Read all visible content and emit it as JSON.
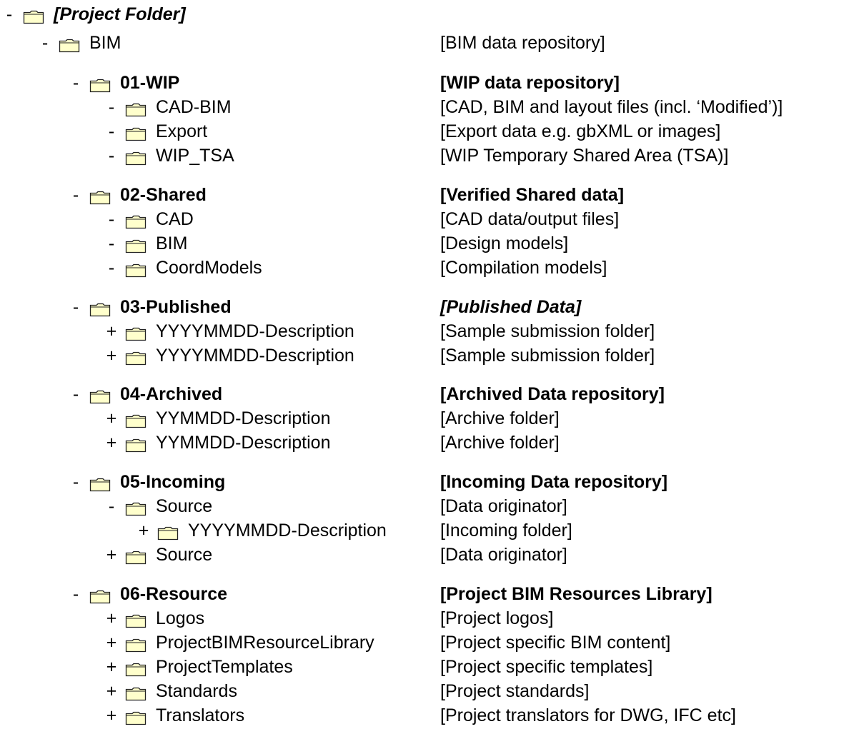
{
  "tree": [
    {
      "toggle": "-",
      "label": "[Project Folder]",
      "desc": "",
      "level": 0,
      "weight": "bold",
      "style": "italic",
      "descWeight": "normal",
      "descStyle": "normal"
    },
    {
      "toggle": "-",
      "label": "BIM",
      "desc": "[BIM data repository]",
      "level": 1,
      "weight": "normal",
      "style": "normal",
      "descWeight": "normal",
      "descStyle": "normal"
    },
    {
      "toggle": "-",
      "label": "01-WIP",
      "desc": "[WIP data repository]",
      "level": 2,
      "weight": "bold",
      "style": "normal",
      "descWeight": "bold",
      "descStyle": "normal"
    },
    {
      "toggle": "-",
      "label": "CAD-BIM",
      "desc": "[CAD, BIM and layout files (incl. ‘Modified’)]",
      "level": 3,
      "weight": "normal",
      "style": "normal",
      "descWeight": "normal",
      "descStyle": "normal"
    },
    {
      "toggle": "-",
      "label": "Export",
      "desc": "[Export data e.g. gbXML or images]",
      "level": 3,
      "weight": "normal",
      "style": "normal",
      "descWeight": "normal",
      "descStyle": "normal"
    },
    {
      "toggle": "-",
      "label": "WIP_TSA",
      "desc": "[WIP Temporary Shared Area (TSA)]",
      "level": 3,
      "weight": "normal",
      "style": "normal",
      "descWeight": "normal",
      "descStyle": "normal"
    },
    {
      "toggle": "-",
      "label": "02-Shared",
      "desc": "[Verified Shared data]",
      "level": 2,
      "weight": "bold",
      "style": "normal",
      "descWeight": "bold",
      "descStyle": "normal"
    },
    {
      "toggle": "-",
      "label": "CAD",
      "desc": "[CAD data/output files]",
      "level": 3,
      "weight": "normal",
      "style": "normal",
      "descWeight": "normal",
      "descStyle": "normal"
    },
    {
      "toggle": "-",
      "label": "BIM",
      "desc": "[Design models]",
      "level": 3,
      "weight": "normal",
      "style": "normal",
      "descWeight": "normal",
      "descStyle": "normal"
    },
    {
      "toggle": "-",
      "label": "CoordModels",
      "desc": "[Compilation models]",
      "level": 3,
      "weight": "normal",
      "style": "normal",
      "descWeight": "normal",
      "descStyle": "normal"
    },
    {
      "toggle": "-",
      "label": "03-Published",
      "desc": "[Published Data]",
      "level": 2,
      "weight": "bold",
      "style": "normal",
      "descWeight": "bold",
      "descStyle": "italic"
    },
    {
      "toggle": "+",
      "label": "YYYYMMDD-Description",
      "desc": "[Sample submission folder]",
      "level": 3,
      "weight": "normal",
      "style": "normal",
      "descWeight": "normal",
      "descStyle": "normal"
    },
    {
      "toggle": "+",
      "label": "YYYYMMDD-Description",
      "desc": "[Sample submission folder]",
      "level": 3,
      "weight": "normal",
      "style": "normal",
      "descWeight": "normal",
      "descStyle": "normal"
    },
    {
      "toggle": "-",
      "label": "04-Archived",
      "desc": "[Archived Data repository]",
      "level": 2,
      "weight": "bold",
      "style": "normal",
      "descWeight": "bold",
      "descStyle": "normal"
    },
    {
      "toggle": "+",
      "label": "YYMMDD-Description",
      "desc": "[Archive folder]",
      "level": 3,
      "weight": "normal",
      "style": "normal",
      "descWeight": "normal",
      "descStyle": "normal"
    },
    {
      "toggle": "+",
      "label": "YYMMDD-Description",
      "desc": "[Archive folder]",
      "level": 3,
      "weight": "normal",
      "style": "normal",
      "descWeight": "normal",
      "descStyle": "normal"
    },
    {
      "toggle": "-",
      "label": "05-Incoming",
      "desc": "[Incoming Data repository]",
      "level": 2,
      "weight": "bold",
      "style": "normal",
      "descWeight": "bold",
      "descStyle": "normal"
    },
    {
      "toggle": "-",
      "label": "Source",
      "desc": "[Data originator]",
      "level": 3,
      "weight": "normal",
      "style": "normal",
      "descWeight": "normal",
      "descStyle": "normal"
    },
    {
      "toggle": "+",
      "label": "YYYYMMDD-Description",
      "desc": "[Incoming folder]",
      "level": 4,
      "weight": "normal",
      "style": "normal",
      "descWeight": "normal",
      "descStyle": "normal"
    },
    {
      "toggle": "+",
      "label": "Source",
      "desc": "[Data originator]",
      "level": 3,
      "weight": "normal",
      "style": "normal",
      "descWeight": "normal",
      "descStyle": "normal"
    },
    {
      "toggle": "-",
      "label": "06-Resource",
      "desc": "[Project BIM Resources Library]",
      "level": 2,
      "weight": "bold",
      "style": "normal",
      "descWeight": "bold",
      "descStyle": "normal"
    },
    {
      "toggle": "+",
      "label": "Logos",
      "desc": "[Project logos]",
      "level": 3,
      "weight": "normal",
      "style": "normal",
      "descWeight": "normal",
      "descStyle": "normal"
    },
    {
      "toggle": "+",
      "label": "ProjectBIMResourceLibrary",
      "desc": "[Project specific BIM content]",
      "level": 3,
      "weight": "normal",
      "style": "normal",
      "descWeight": "normal",
      "descStyle": "normal"
    },
    {
      "toggle": "+",
      "label": "ProjectTemplates",
      "desc": "[Project specific templates]",
      "level": 3,
      "weight": "normal",
      "style": "normal",
      "descWeight": "normal",
      "descStyle": "normal"
    },
    {
      "toggle": "+",
      "label": "Standards",
      "desc": "[Project standards]",
      "level": 3,
      "weight": "normal",
      "style": "normal",
      "descWeight": "normal",
      "descStyle": "normal"
    },
    {
      "toggle": "+",
      "label": "Translators",
      "desc": "[Project translators for DWG, IFC etc]",
      "level": 3,
      "weight": "normal",
      "style": "normal",
      "descWeight": "normal",
      "descStyle": "normal"
    }
  ]
}
